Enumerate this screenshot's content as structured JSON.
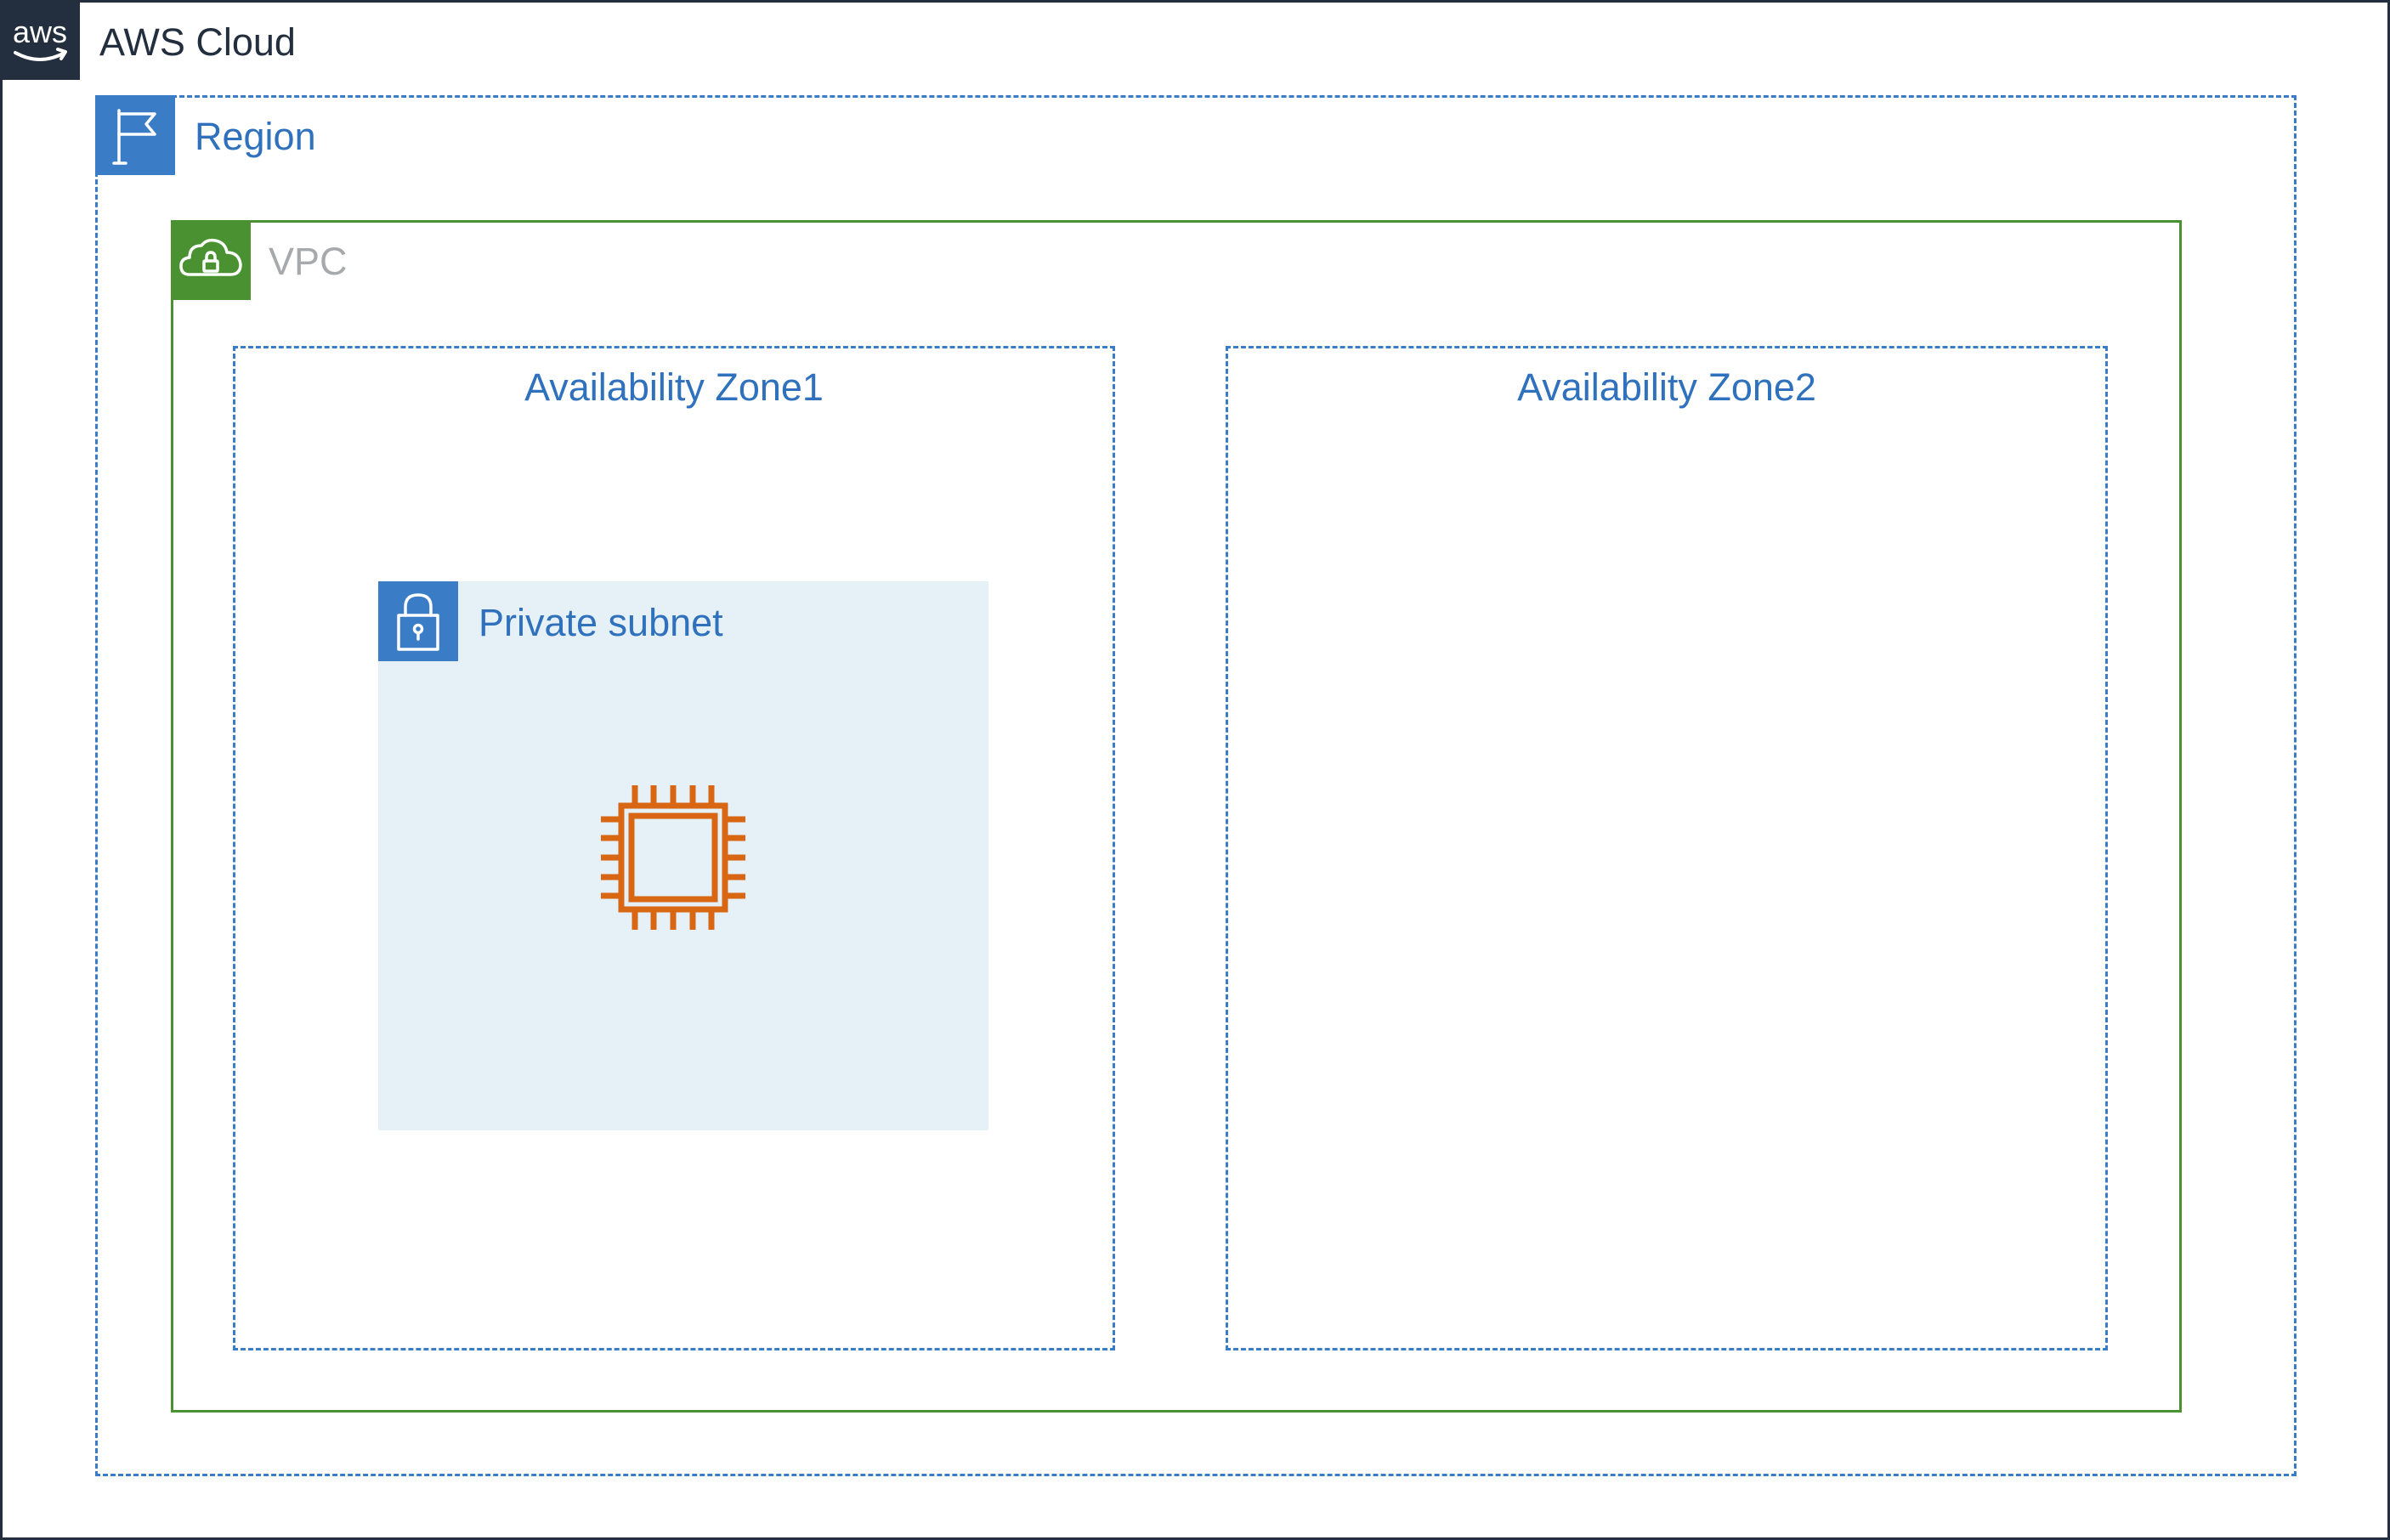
{
  "aws_cloud": {
    "label": "AWS Cloud",
    "badge_text": "aws",
    "icon": "aws-logo-icon",
    "color": "#232f3e"
  },
  "region": {
    "label": "Region",
    "icon": "flag-icon",
    "color": "#3a7dc6"
  },
  "vpc": {
    "label": "VPC",
    "icon": "cloud-lock-icon",
    "color": "#4a9231"
  },
  "availability_zones": [
    {
      "label": "Availability Zone1"
    },
    {
      "label": "Availability Zone2"
    }
  ],
  "private_subnet": {
    "label": "Private subnet",
    "icon": "padlock-icon",
    "fill_color": "#e6f0f7"
  },
  "instance": {
    "icon": "ec2-instance-chip-icon",
    "color": "#d86613"
  }
}
